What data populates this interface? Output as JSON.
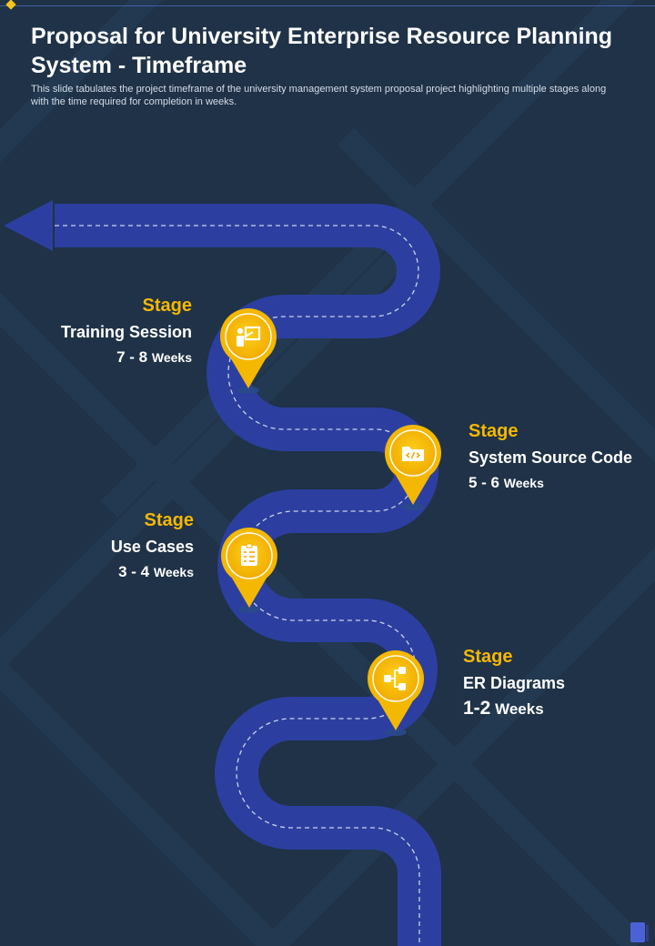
{
  "header": {
    "title": "Proposal for University Enterprise Resource Planning System - Timeframe",
    "subtitle": "This slide tabulates the project timeframe of the university management system proposal project highlighting multiple stages along with the time required for completion in weeks."
  },
  "colors": {
    "background": "#1f3247",
    "road": "#2c3fa0",
    "accent": "#f5b800",
    "text": "#ffffff"
  },
  "stages": [
    {
      "label": "Stage",
      "name": "Training Session",
      "duration": "7 - 8",
      "unit": "Weeks",
      "icon": "presentation-icon"
    },
    {
      "label": "Stage",
      "name": "System Source Code",
      "duration": "5 - 6",
      "unit": "Weeks",
      "icon": "code-folder-icon"
    },
    {
      "label": "Stage",
      "name": "Use Cases",
      "duration": "3 - 4",
      "unit": "Weeks",
      "icon": "checklist-icon"
    },
    {
      "label": "Stage",
      "name": "ER Diagrams",
      "duration": "1-2",
      "unit": "Weeks",
      "icon": "flowchart-icon"
    }
  ]
}
